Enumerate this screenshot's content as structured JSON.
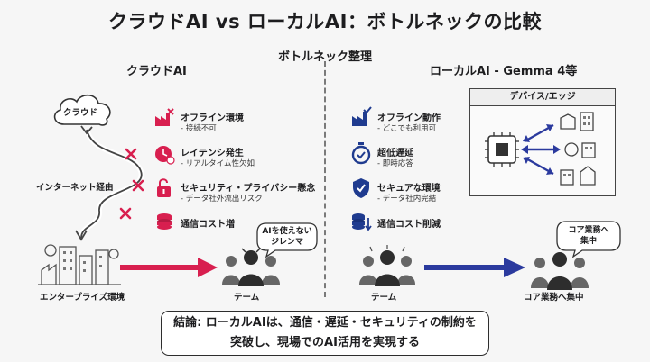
{
  "title": "クラウドAI vs ローカルAI：ボトルネックの比較",
  "subtitle": "ボトルネック整理",
  "left": {
    "heading": "クラウドAI",
    "cloud_label": "クラウド",
    "internet_label": "インターネット経由",
    "enterprise_label": "エンタープライズ環境",
    "team_label": "テーム",
    "bubble_line1": "AIを使えない",
    "bubble_line2": "ジレンマ",
    "items": [
      {
        "title": "オフライン環境",
        "desc": "- 接続不可"
      },
      {
        "title": "レイテンシ発生",
        "desc": "- リアルタイム性欠如"
      },
      {
        "title": "セキュリティ・プライバシー懸念",
        "desc": "- データ社外流出リスク"
      },
      {
        "title": "通信コスト増",
        "desc": ""
      }
    ]
  },
  "right": {
    "heading": "ローカルAI - Gemma 4等",
    "device_box_label": "デバイス/エッジ",
    "team_label": "テーム",
    "core_label": "コア業務へ集中",
    "bubble_line1": "コア業務へ",
    "bubble_line2": "集中",
    "items": [
      {
        "title": "オフライン動作",
        "desc": "- どこでも利用可"
      },
      {
        "title": "超低遅延",
        "desc": "- 即時応答"
      },
      {
        "title": "セキュアな環境",
        "desc": "- データ社内完結"
      },
      {
        "title": "通信コスト削減",
        "desc": ""
      }
    ]
  },
  "conclusion": {
    "line1": "結論: ローカルAIは、通信・遅延・セキュリティの制約を",
    "line2": "突破し、現場でのAI活用を実現する"
  },
  "colors": {
    "red": "#d81f4f",
    "blue": "#2b3a9e",
    "navy": "#1f3b8f",
    "dark": "#333333"
  }
}
